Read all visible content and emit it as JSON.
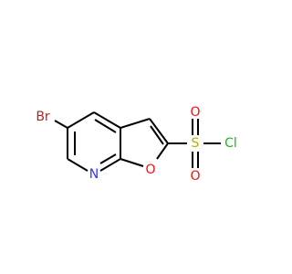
{
  "colors": {
    "bond": "#000000",
    "bromine": "#a62929",
    "nitrogen": "#3333ff",
    "oxygen": "#ff0d0d",
    "sulfur": "#b2b200",
    "chlorine": "#1fb51f"
  },
  "atoms": {
    "br": "Br",
    "n": "N",
    "o_ring": "O",
    "s": "S",
    "o_top": "O",
    "o_bottom": "O",
    "cl": "Cl"
  }
}
